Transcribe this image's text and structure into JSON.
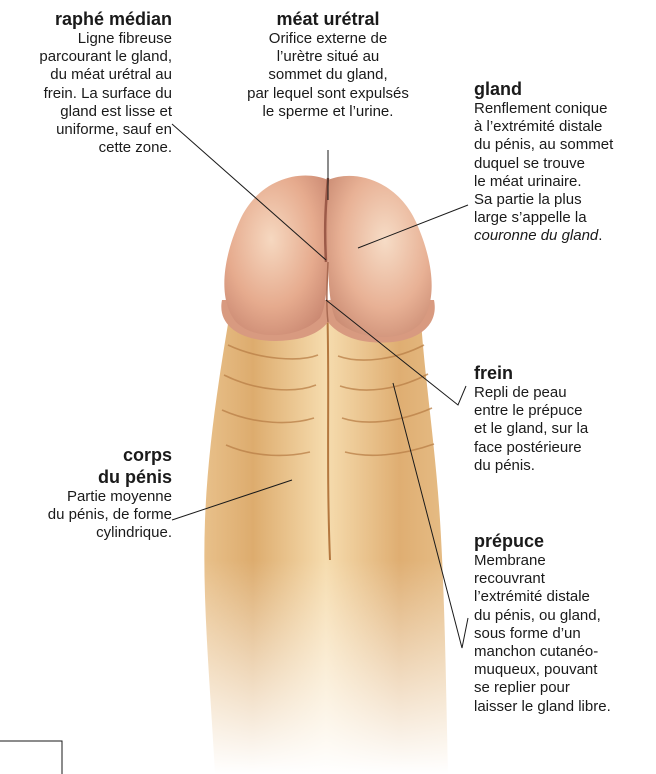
{
  "labels": {
    "raphe": {
      "term": "raphé médian",
      "lines": [
        "Ligne fibreuse",
        "parcourant le gland,",
        "du méat urétral au",
        "frein. La surface du",
        "gland est lisse et",
        "uniforme, sauf en",
        "cette zone."
      ]
    },
    "meat": {
      "term": "méat urétral",
      "lines": [
        "Orifice externe de",
        "l’urètre situé au",
        "sommet du gland,",
        "par lequel sont expulsés",
        "le sperme et l’urine."
      ]
    },
    "gland": {
      "term": "gland",
      "lines": [
        "Renflement conique",
        "à l’extrémité distale",
        "du pénis, au sommet",
        "duquel se trouve",
        "le méat urinaire.",
        "Sa partie la plus",
        "large s’appelle la"
      ],
      "italic_line": "couronne du gland",
      "italic_suffix": "."
    },
    "frein": {
      "term": "frein",
      "lines": [
        "Repli de peau",
        "entre le prépuce",
        "et le gland, sur la",
        "face postérieure",
        "du pénis."
      ]
    },
    "corps": {
      "term_lines": [
        "corps",
        "du pénis"
      ],
      "lines": [
        "Partie moyenne",
        "du pénis, de forme",
        "cylindrique."
      ]
    },
    "prepuce": {
      "term": "prépuce",
      "lines": [
        "Membrane",
        "recouvrant",
        "l’extrémité distale",
        "du pénis, ou gland,",
        "sous forme d’un",
        "manchon cutanéo-",
        "muqueux, pouvant",
        "se replier pour",
        "laisser le gland libre."
      ]
    }
  },
  "colors": {
    "shaft_light": "#f4d8a8",
    "shaft_mid": "#e8b97a",
    "shaft_dark": "#c98d52",
    "glans_light": "#f3c9ad",
    "glans_mid": "#e3a58a",
    "glans_dark": "#c57f68",
    "leader": "#1a1a1a"
  }
}
